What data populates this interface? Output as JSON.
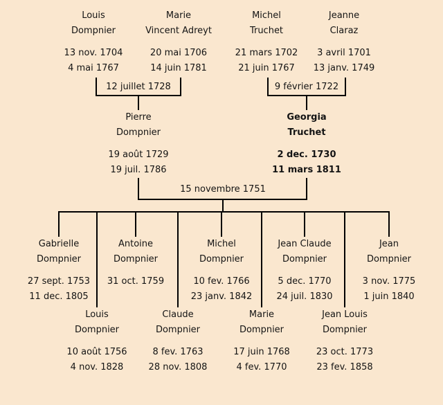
{
  "colors": {
    "background": "#FAE7CF",
    "line": "#000000"
  },
  "marriages": {
    "m1": {
      "date": "12 juillet 1728"
    },
    "m2": {
      "date": "9 février 1722"
    },
    "m3": {
      "date": "15 novembre 1751"
    }
  },
  "persons": {
    "louis_sr": {
      "name1": "Louis",
      "name2": "Dompnier",
      "birth": "13 nov. 1704",
      "death": "4 mai 1767"
    },
    "marie_vincent": {
      "name1": "Marie",
      "name2": "Vincent Adreyt",
      "birth": "20 mai 1706",
      "death": "14 juin 1781"
    },
    "michel_sr": {
      "name1": "Michel",
      "name2": "Truchet",
      "birth": "21 mars 1702",
      "death": "21 juin 1767"
    },
    "jeanne": {
      "name1": "Jeanne",
      "name2": "Claraz",
      "birth": "3 avril 1701",
      "death": "13 janv. 1749"
    },
    "pierre": {
      "name1": "Pierre",
      "name2": "Dompnier",
      "birth": "19 août 1729",
      "death": "19 juil. 1786"
    },
    "georgia": {
      "name1": "Georgia",
      "name2": "Truchet",
      "birth": "2 dec. 1730",
      "death": "11 mars 1811"
    },
    "gabrielle": {
      "name1": "Gabrielle",
      "name2": "Dompnier",
      "birth": "27 sept. 1753",
      "death": "11 dec. 1805"
    },
    "antoine": {
      "name1": "Antoine",
      "name2": "Dompnier",
      "birth": "31 oct. 1759"
    },
    "michel_jr": {
      "name1": "Michel",
      "name2": "Dompnier",
      "birth": "10 fev. 1766",
      "death": "23 janv. 1842"
    },
    "jean_claude": {
      "name1": "Jean Claude",
      "name2": "Dompnier",
      "birth": "5 dec. 1770",
      "death": "24 juil. 1830"
    },
    "jean": {
      "name1": "Jean",
      "name2": "Dompnier",
      "birth": "3 nov. 1775",
      "death": "1 juin 1840"
    },
    "louis_jr": {
      "name1": "Louis",
      "name2": "Dompnier",
      "birth": "10 août 1756",
      "death": "4 nov. 1828"
    },
    "claude": {
      "name1": "Claude",
      "name2": "Dompnier",
      "birth": "8 fev. 1763",
      "death": "28 nov. 1808"
    },
    "marie_jr": {
      "name1": "Marie",
      "name2": "Dompnier",
      "birth": "17 juin 1768",
      "death": "4 fev. 1770"
    },
    "jean_louis": {
      "name1": "Jean Louis",
      "name2": "Dompnier",
      "birth": "23 oct. 1773",
      "death": "23 fev. 1858"
    }
  }
}
